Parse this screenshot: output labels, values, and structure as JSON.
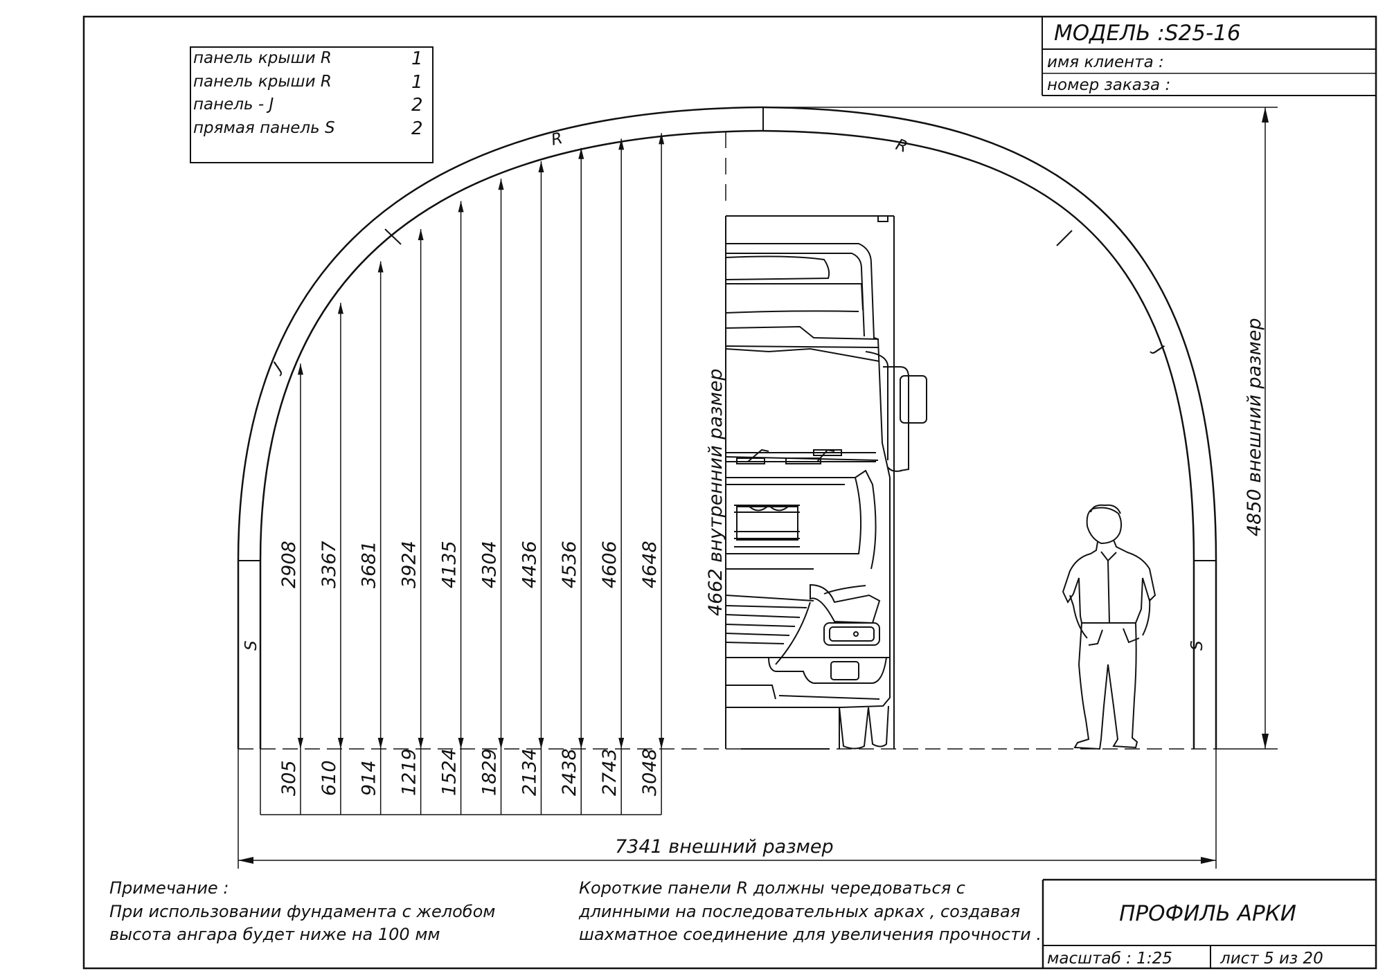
{
  "title_block": {
    "model": "МОДЕЛЬ :S25-16",
    "client_label": "имя клиента :",
    "order_label": "номер заказа :",
    "drawing_title": "ПРОФИЛЬ АРКИ",
    "scale_label": "масштаб : 1:25",
    "sheet_label": "лист 5 из 20"
  },
  "panel_legend": [
    {
      "name": "панель крыши R",
      "qty": "1"
    },
    {
      "name": "панель крыши R",
      "qty": "1"
    },
    {
      "name": "панель - J",
      "qty": "2"
    },
    {
      "name": "прямая панель S",
      "qty": "2"
    }
  ],
  "panel_tags": {
    "roof": "R",
    "corner": "J",
    "straight": "S"
  },
  "offsets_mm": [
    305,
    610,
    914,
    1219,
    1524,
    1829,
    2134,
    2438,
    2743,
    3048
  ],
  "heights_mm": [
    2908,
    3367,
    3681,
    3924,
    4135,
    4304,
    4436,
    4536,
    4606,
    4648
  ],
  "dimensions": {
    "width_text": "7341  внешний размер",
    "outer_height_text": "4850  внешний размер",
    "inner_height_text": "4662  внутренний размер"
  },
  "notes": {
    "left_title": "Примечание :",
    "left_lines": [
      "При использовании фундамента с желобом",
      "высота ангара будет ниже на  100  мм"
    ],
    "right_lines": [
      "Короткие панели  R  должны чередоваться  с",
      "длинными на последовательных арках , создавая",
      "шахматное соединение для увеличения прочности ."
    ]
  },
  "colors": {
    "line": "#111111",
    "background": "#ffffff"
  }
}
